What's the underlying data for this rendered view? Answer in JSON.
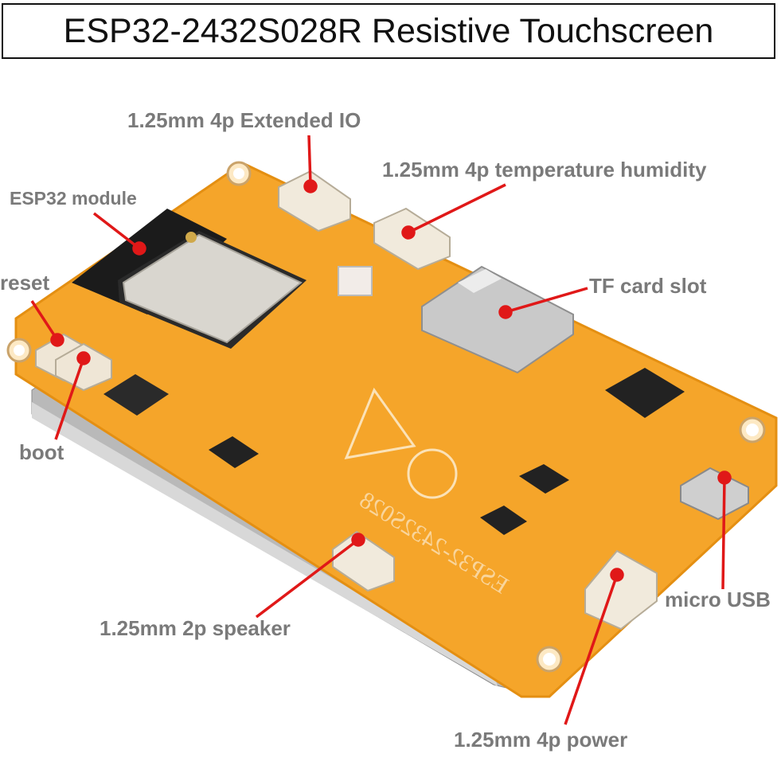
{
  "title": "ESP32-2432S028R Resistive Touchscreen",
  "callouts": {
    "extended_io": "1.25mm 4p Extended IO",
    "temp_humidity": "1.25mm 4p temperature humidity",
    "esp32_module": "ESP32 module",
    "reset": "reset",
    "tf_card": "TF card slot",
    "boot": "boot",
    "micro_usb": "micro USB",
    "speaker": "1.25mm 2p speaker",
    "power": "1.25mm 4p power"
  },
  "board_marking": "ESP32-2432S028",
  "colors": {
    "pcb": "#f5a52a",
    "pcb_edge": "#e48f12",
    "leader": "#e01818",
    "label": "#7a7a7a"
  }
}
